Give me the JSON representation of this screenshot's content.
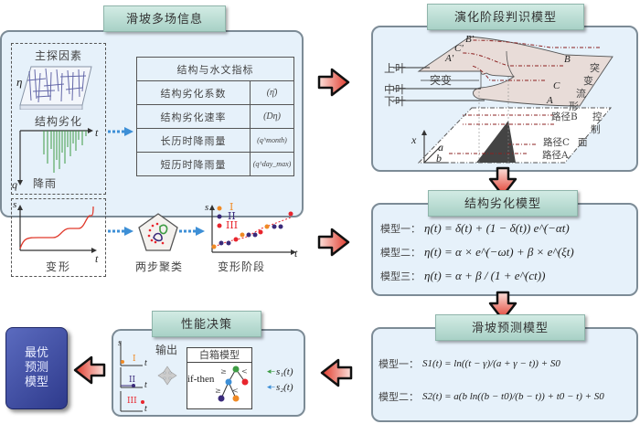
{
  "panels": {
    "multi_field": {
      "title": "滑坡多场信息",
      "main_factors": "主探因素",
      "eta_symbol": "η",
      "structure_degradation": "结构劣化",
      "rainfall": "降雨",
      "deformation": "变形",
      "axis_t": "t",
      "axis_q": "q",
      "axis_s": "s",
      "index_table": {
        "header": "结构与水文指标",
        "rows": [
          {
            "name": "结构劣化系数",
            "symbol": "(η̄)"
          },
          {
            "name": "结构劣化速率",
            "symbol": "(Dη)"
          },
          {
            "name": "长历时降雨量",
            "symbol": "(q^month)"
          },
          {
            "name": "短历时降雨量",
            "symbol": "(q^day_max)"
          }
        ]
      },
      "clustering": "两步聚类",
      "deformation_stage": "变形阶段",
      "stage_labels": [
        "I",
        "II",
        "III"
      ]
    },
    "evolution": {
      "title": "演化阶段判识模型",
      "upper_leaf": "上叶",
      "middle_leaf": "中叶",
      "lower_leaf": "下叶",
      "sudden_change": "突变",
      "catastrophe_manifold": [
        "突",
        "变",
        "流",
        "形"
      ],
      "control_plane": [
        "控",
        "制",
        "面"
      ],
      "points": [
        "B'",
        "C'",
        "A'",
        "B",
        "C",
        "A"
      ],
      "path_b": "路径B",
      "path_c": "路径C",
      "path_a": "路径A",
      "axis_x": "x",
      "axis_a": "a",
      "axis_b": "b"
    },
    "degradation": {
      "title": "结构劣化模型",
      "models": [
        {
          "label": "模型一：",
          "formula": "η(t) = δ(t) + (1 − δ(t)) e^(−αt)"
        },
        {
          "label": "模型二：",
          "formula": "η(t) = α × e^(−ωt) + β × e^(ξt)"
        },
        {
          "label": "模型三：",
          "formula": "η(t) = α + β / (1 + e^(ct))"
        }
      ]
    },
    "prediction": {
      "title": "滑坡预测模型",
      "models": [
        {
          "label": "模型一：",
          "formula": "S1(t) = ln((t − γ)/(a + γ − t)) + S0"
        },
        {
          "label": "模型二：",
          "formula": "S2(t) = a(b ln((b − t0)/(b − t)) + t0 − t) + S0"
        }
      ]
    },
    "decision": {
      "title": "性能决策",
      "output": "输出",
      "white_box": "白箱模型",
      "if_then": "if-then",
      "ge": "≥",
      "lt": "<",
      "s1": "s₁(t)",
      "s2": "s₂(t)",
      "axis_s": "s",
      "axis_t": "t",
      "stage_labels": [
        "I",
        "II",
        "III"
      ]
    },
    "best_model": {
      "lines": [
        "最优",
        "预测",
        "模型"
      ]
    }
  },
  "colors": {
    "panel_bg": "#e6f1fa",
    "panel_border": "#7c8b96",
    "title_tab": "#b9ddd3",
    "arrow_red": "#e0392b",
    "arrow_blue": "#3d8fd6",
    "stage1": "#f08a24",
    "stage2": "#3a2a7a",
    "stage3": "#e8252d",
    "best_box": "#3e4aa0"
  }
}
